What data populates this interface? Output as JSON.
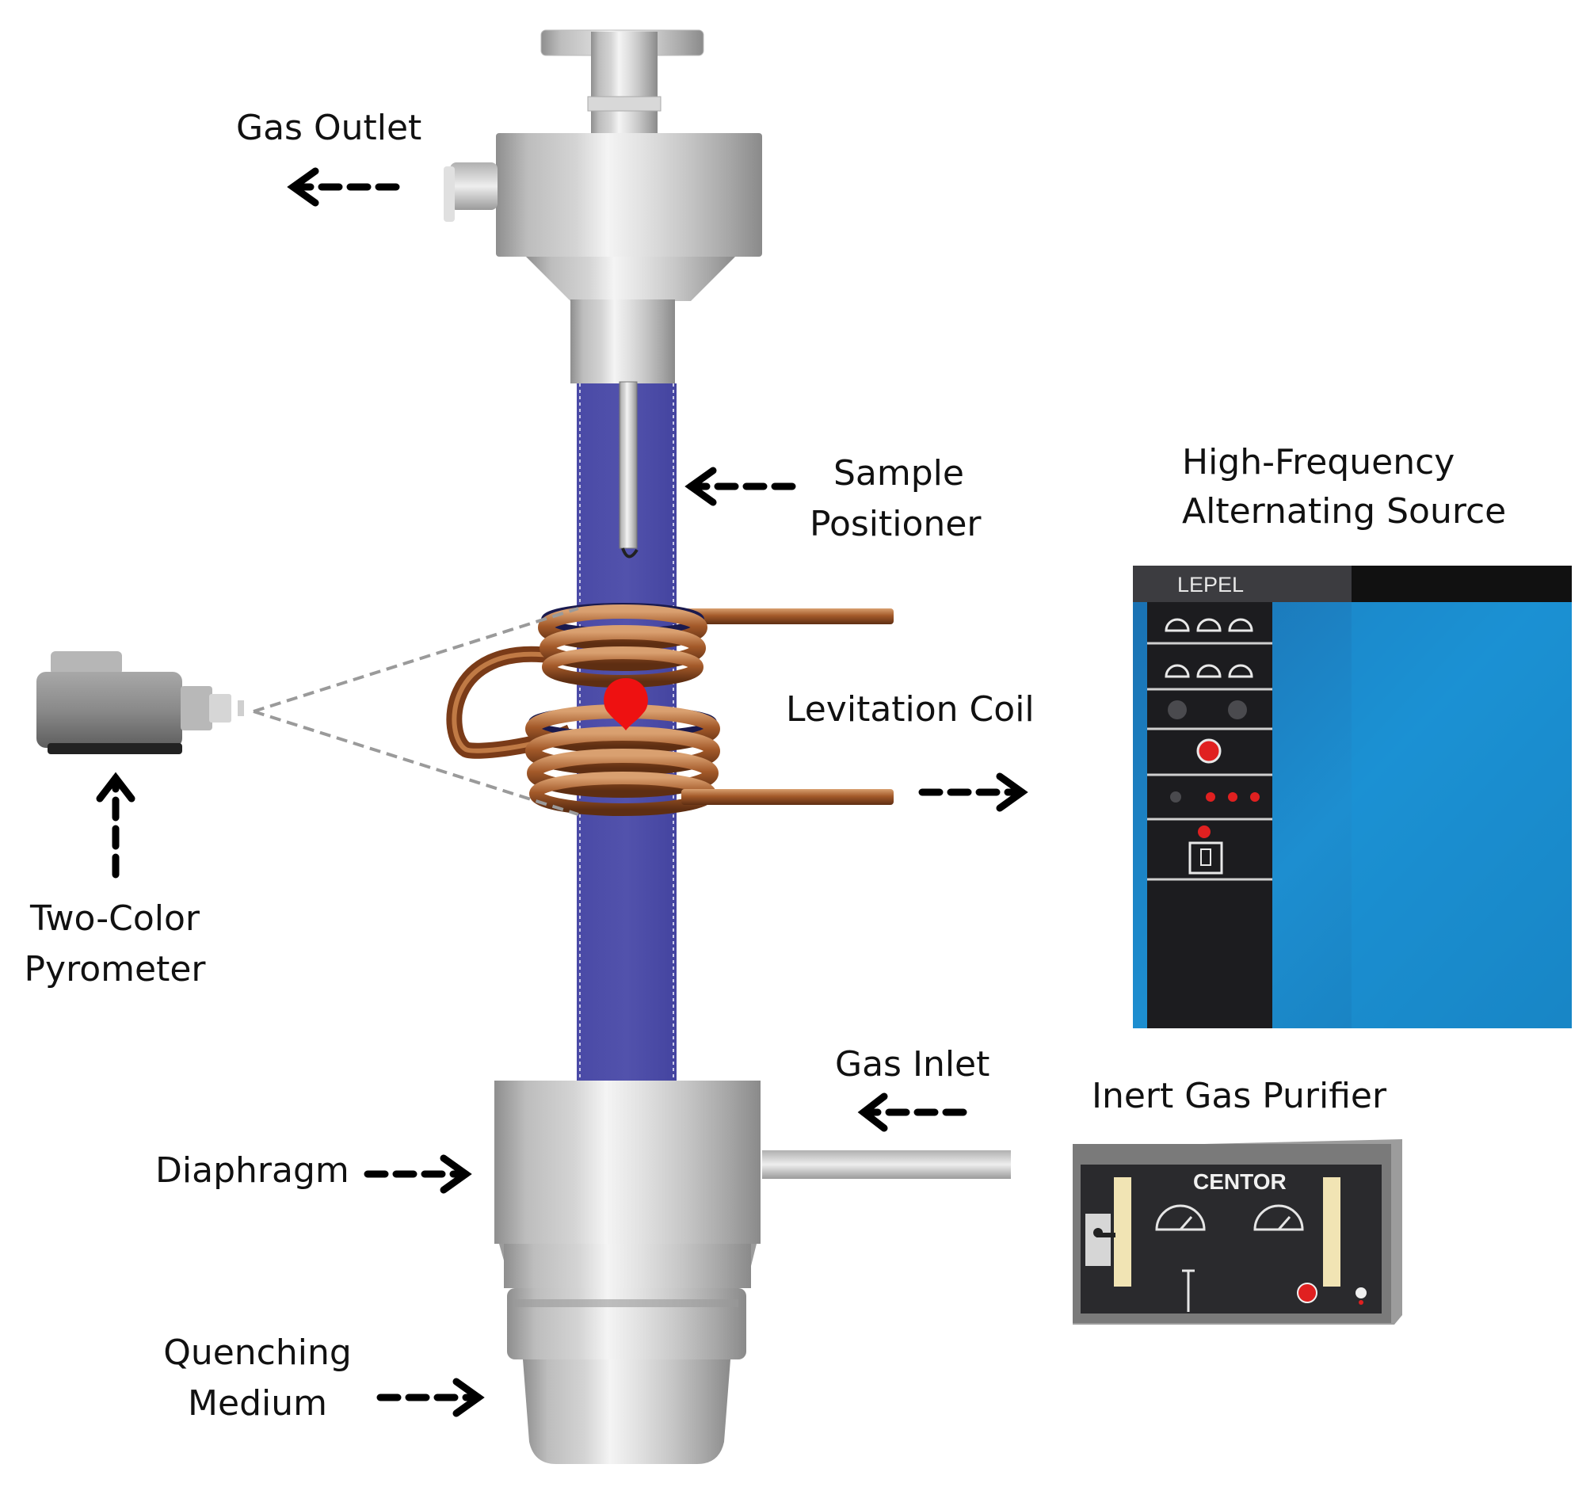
{
  "labels": {
    "gas_outlet": "Gas Outlet",
    "sample_positioner": [
      "Sample",
      "Positioner"
    ],
    "high_frequency_source": [
      "High-Frequency",
      "Alternating Source"
    ],
    "levitation_coil": "Levitation Coil",
    "two_color_pyrometer": [
      "Two-Color",
      "Pyrometer"
    ],
    "gas_inlet": "Gas Inlet",
    "inert_gas_purifier": "Inert Gas Purifier",
    "diaphragm": "Diaphragm",
    "quenching_medium": [
      "Quenching",
      "Medium"
    ]
  },
  "panel_brands": {
    "hf_source": "LEPEL",
    "purifier": "CENTOR"
  },
  "colors": {
    "tube_blue": "#4e4fa6",
    "copper": "#8b4a25",
    "sample_red": "#ee1111",
    "cabinet_blue": "#1e88c7",
    "panel_black": "#1c1c1f",
    "metal_light": "#e6e6e6",
    "metal_dark": "#9a9a9a"
  }
}
